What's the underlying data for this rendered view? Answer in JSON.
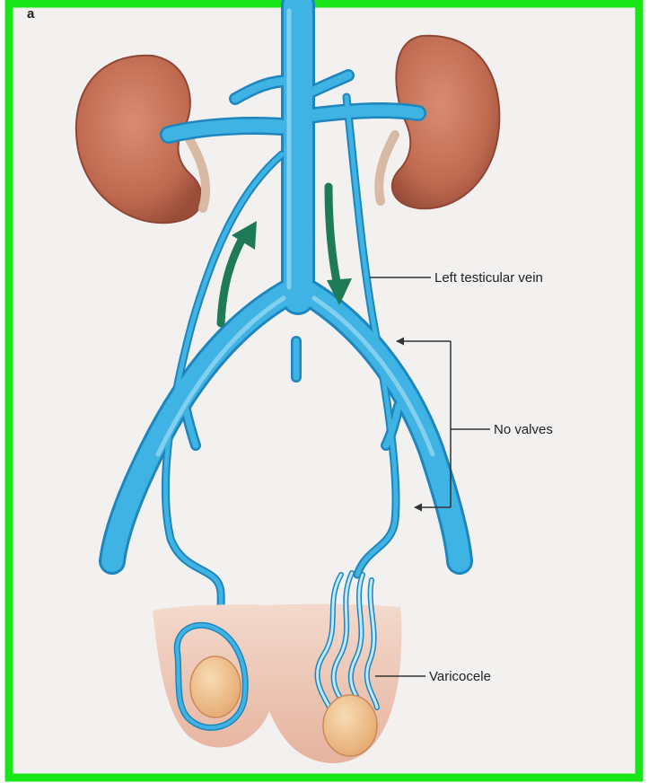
{
  "colors": {
    "border": "#19e619",
    "background": "#f3f1ef",
    "vein": "#3fb3e3",
    "vein_dark": "#1e86bd",
    "vein_light": "#9fdcf3",
    "kidney": "#c8735a",
    "kidney_dark": "#8e4735",
    "skin": "#efc7b4",
    "testis": "#f0c48e",
    "arrow": "#1f7a57",
    "leader": "#333333"
  },
  "labels": {
    "left_testicular_vein": "Left testicular vein",
    "no_valves": "No valves",
    "varicocele": "Varicocele",
    "corner_mark": "a"
  },
  "icons": {
    "flow_arrow_up": "green-curved-arrow-up",
    "flow_arrow_down": "green-curved-arrow-down"
  }
}
